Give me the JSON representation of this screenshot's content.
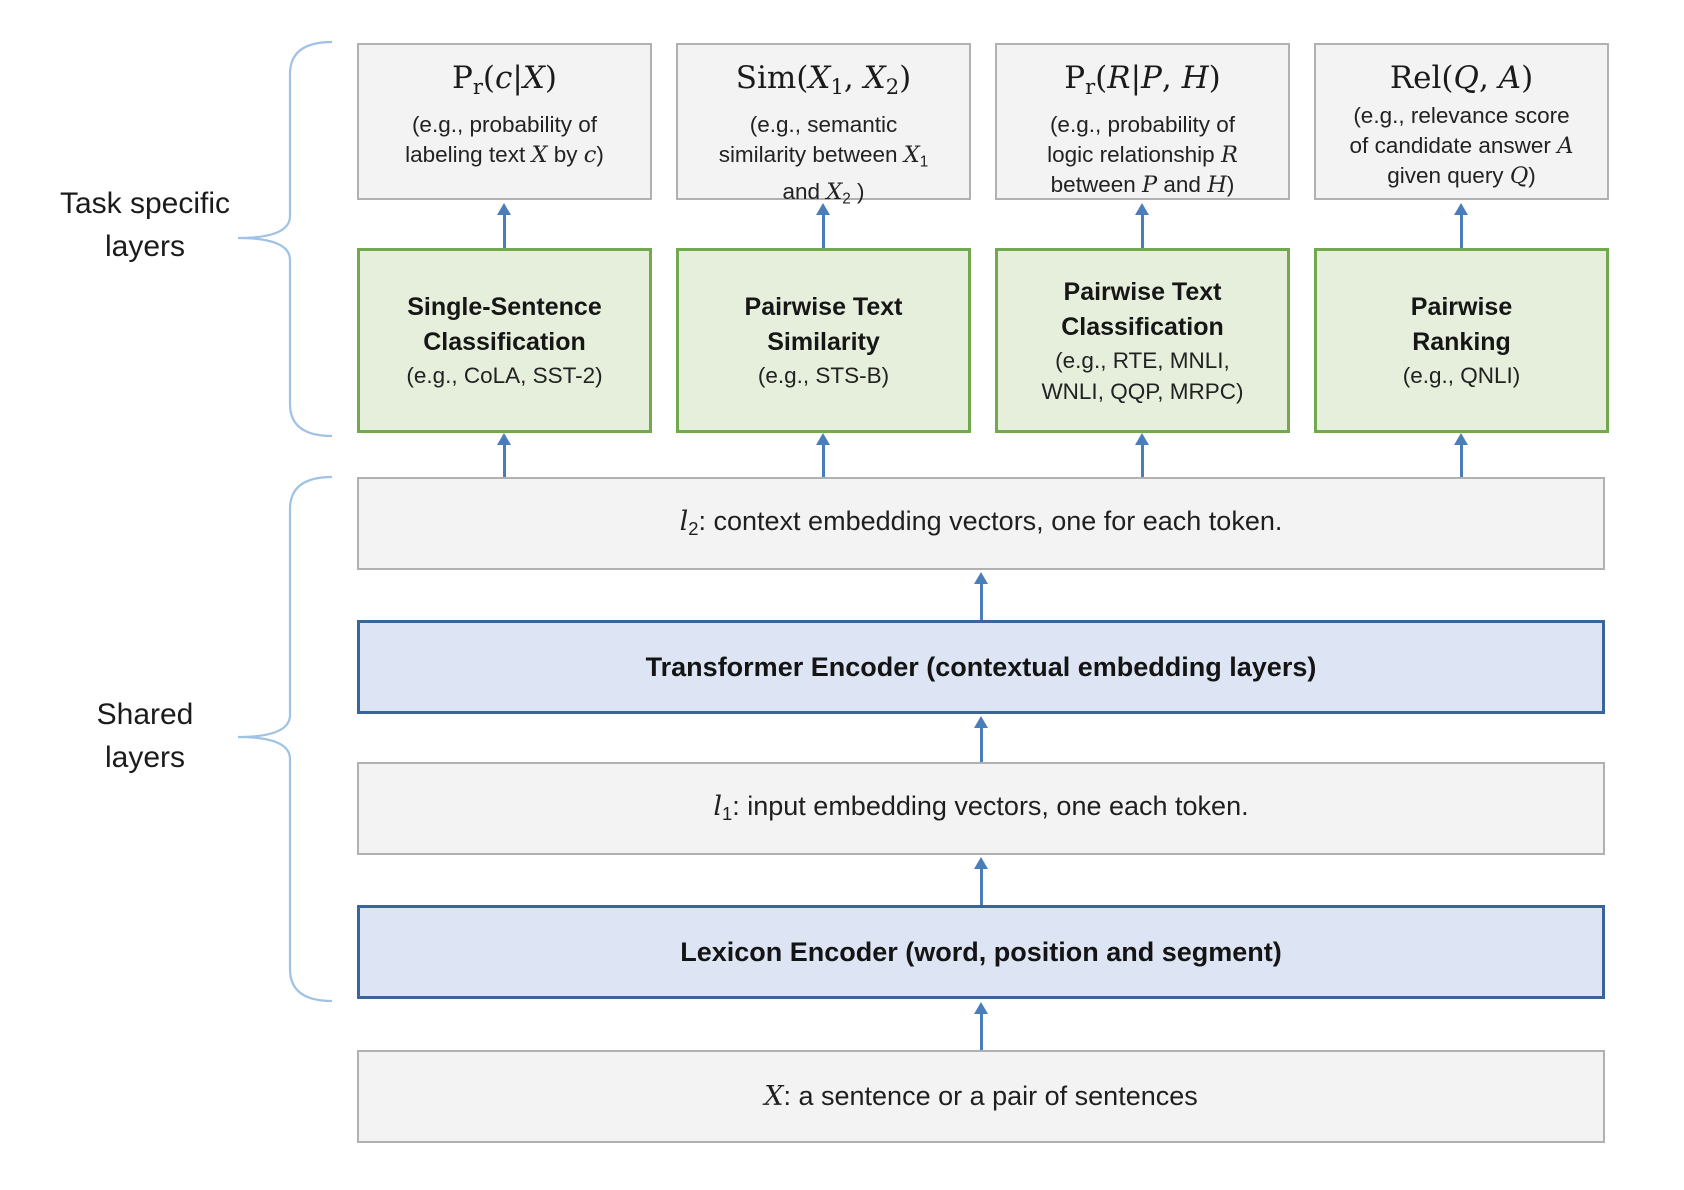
{
  "labels": {
    "task_specific": [
      "Task specific",
      "layers"
    ],
    "shared": [
      "Shared",
      "layers"
    ]
  },
  "top_boxes": [
    {
      "formula": [
        {
          "t": "P"
        },
        {
          "t": "r",
          "s": "sub"
        },
        {
          "t": "("
        },
        {
          "t": "c",
          "s": "i"
        },
        {
          "t": "|"
        },
        {
          "t": "X",
          "s": "i"
        },
        {
          "t": ")"
        }
      ],
      "desc_lines": [
        [
          {
            "t": "(e.g., probability of"
          }
        ],
        [
          {
            "t": "labeling text "
          },
          {
            "t": "X",
            "s": "i"
          },
          {
            "t": " by "
          },
          {
            "t": "c",
            "s": "i"
          },
          {
            "t": ")"
          }
        ]
      ]
    },
    {
      "formula": [
        {
          "t": "Sim("
        },
        {
          "t": "X",
          "s": "i"
        },
        {
          "t": "1",
          "s": "sub"
        },
        {
          "t": ", "
        },
        {
          "t": "X",
          "s": "i"
        },
        {
          "t": "2",
          "s": "sub"
        },
        {
          "t": ")"
        }
      ],
      "desc_lines": [
        [
          {
            "t": "(e.g., semantic"
          }
        ],
        [
          {
            "t": "similarity between "
          },
          {
            "t": "X",
            "s": "i"
          },
          {
            "t": "1",
            "s": "sub"
          }
        ],
        [
          {
            "t": "and "
          },
          {
            "t": "X",
            "s": "i"
          },
          {
            "t": "2",
            "s": "sub"
          },
          {
            "t": " )"
          }
        ]
      ]
    },
    {
      "formula": [
        {
          "t": "P"
        },
        {
          "t": "r",
          "s": "sub"
        },
        {
          "t": "("
        },
        {
          "t": "R",
          "s": "i"
        },
        {
          "t": "|"
        },
        {
          "t": "P",
          "s": "i"
        },
        {
          "t": ", "
        },
        {
          "t": "H",
          "s": "i"
        },
        {
          "t": ")"
        }
      ],
      "desc_lines": [
        [
          {
            "t": "(e.g., probability of"
          }
        ],
        [
          {
            "t": "logic relationship "
          },
          {
            "t": "R",
            "s": "i"
          }
        ],
        [
          {
            "t": "between "
          },
          {
            "t": "P",
            "s": "i"
          },
          {
            "t": " and "
          },
          {
            "t": "H",
            "s": "i"
          },
          {
            "t": ")"
          }
        ]
      ]
    },
    {
      "formula": [
        {
          "t": "Rel("
        },
        {
          "t": "Q",
          "s": "i"
        },
        {
          "t": ", "
        },
        {
          "t": "A",
          "s": "i"
        },
        {
          "t": ")"
        }
      ],
      "desc_lines": [
        [
          {
            "t": "(e.g., relevance score"
          }
        ],
        [
          {
            "t": "of candidate answer "
          },
          {
            "t": "A",
            "s": "i"
          }
        ],
        [
          {
            "t": "given query "
          },
          {
            "t": "Q",
            "s": "i"
          },
          {
            "t": ")"
          }
        ]
      ]
    }
  ],
  "task_boxes": [
    {
      "title_lines": [
        "Single-Sentence",
        "Classification"
      ],
      "example_lines": [
        "(e.g., CoLA, SST-2)"
      ]
    },
    {
      "title_lines": [
        "Pairwise Text",
        "Similarity"
      ],
      "example_lines": [
        "(e.g., STS-B)"
      ]
    },
    {
      "title_lines": [
        "Pairwise Text",
        "Classification"
      ],
      "example_lines": [
        "(e.g., RTE, MNLI,",
        "WNLI, QQP, MRPC)"
      ]
    },
    {
      "title_lines": [
        "Pairwise",
        "Ranking"
      ],
      "example_lines": [
        "(e.g., QNLI)"
      ]
    }
  ],
  "bars": {
    "l2": [
      {
        "t": "l",
        "s": "i"
      },
      {
        "t": "2",
        "s": "sub"
      },
      {
        "t": ": context embedding vectors, one for each token."
      }
    ],
    "transformer": "Transformer Encoder (contextual embedding layers)",
    "l1": [
      {
        "t": "l",
        "s": "i"
      },
      {
        "t": "1",
        "s": "sub"
      },
      {
        "t": ": input embedding vectors, one each token."
      }
    ],
    "lexicon": "Lexicon Encoder (word, position and segment)",
    "input": [
      {
        "t": "X",
        "s": "i"
      },
      {
        "t": ": a sentence or a pair of sentences"
      }
    ]
  },
  "colors": {
    "green_border": "#72a94f",
    "green_fill": "#e6efdc",
    "blue_border": "#3a659a",
    "blue_fill": "#dde4f3",
    "gray_border": "#b3b0b0",
    "gray_fill": "#f4f3f3",
    "arrow": "#4a7ebb",
    "brace": "#9fc2e5",
    "text": "#1f1f1f"
  }
}
